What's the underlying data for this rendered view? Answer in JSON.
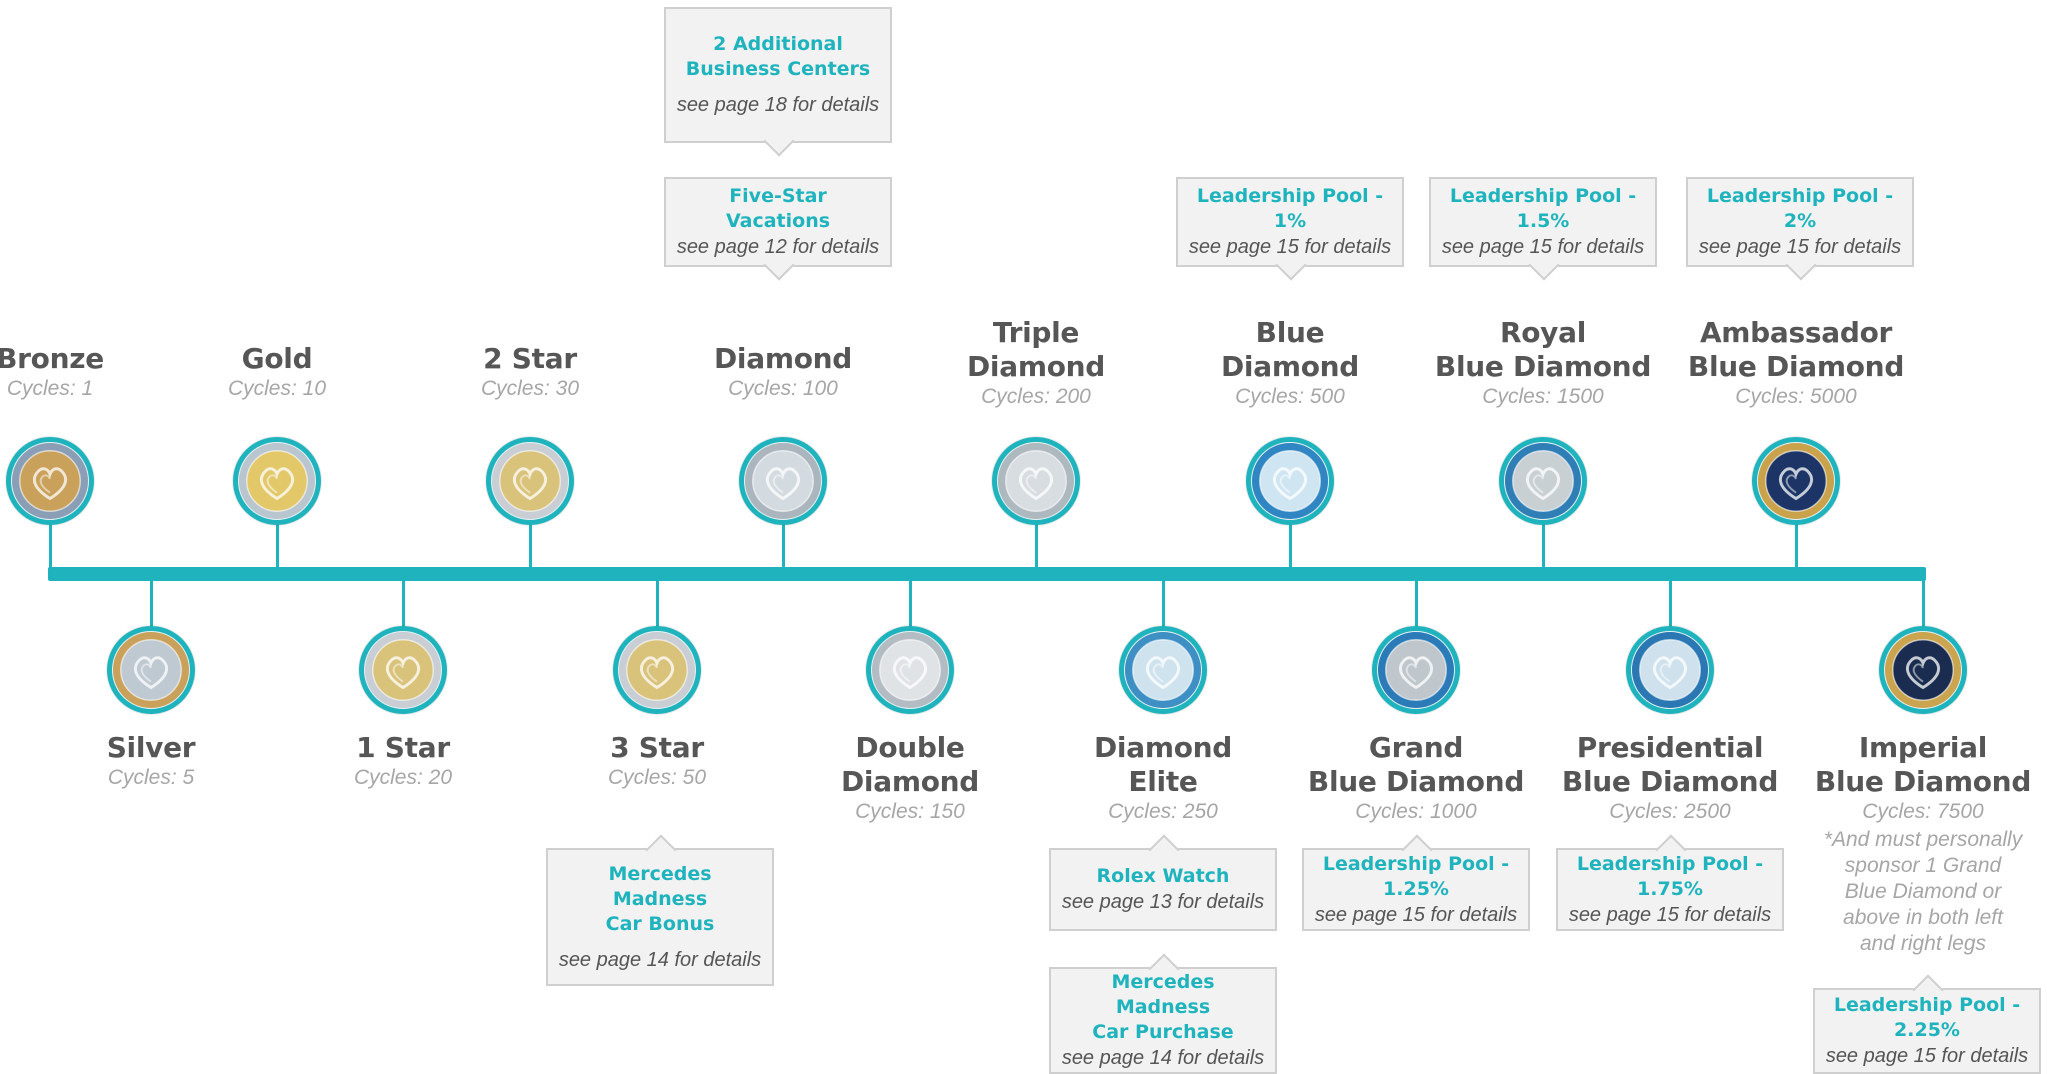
{
  "colors": {
    "accent": "#1fb4bd",
    "rank_text": "#565656",
    "cycles_text": "#a6a6a6",
    "callout_bg": "#f2f2f2"
  },
  "ranks": [
    {
      "name_lines": [
        "Bronze"
      ],
      "cycles": "Cycles: 1",
      "medal": "bronze-medal-icon",
      "side": "top"
    },
    {
      "name_lines": [
        "Silver"
      ],
      "cycles": "Cycles: 5",
      "medal": "silver-medal-icon",
      "side": "bottom"
    },
    {
      "name_lines": [
        "Gold"
      ],
      "cycles": "Cycles: 10",
      "medal": "gold-medal-icon",
      "side": "top"
    },
    {
      "name_lines": [
        "1 Star"
      ],
      "cycles": "Cycles: 20",
      "medal": "one-star-medal-icon",
      "side": "bottom"
    },
    {
      "name_lines": [
        "2 Star"
      ],
      "cycles": "Cycles: 30",
      "medal": "two-star-medal-icon",
      "side": "top"
    },
    {
      "name_lines": [
        "3 Star"
      ],
      "cycles": "Cycles: 50",
      "medal": "three-star-medal-icon",
      "side": "bottom"
    },
    {
      "name_lines": [
        "Diamond"
      ],
      "cycles": "Cycles: 100",
      "medal": "diamond-medal-icon",
      "side": "top"
    },
    {
      "name_lines": [
        "Double",
        "Diamond"
      ],
      "cycles": "Cycles: 150",
      "medal": "double-diamond-medal-icon",
      "side": "bottom"
    },
    {
      "name_lines": [
        "Triple",
        "Diamond"
      ],
      "cycles": "Cycles: 200",
      "medal": "triple-diamond-medal-icon",
      "side": "top"
    },
    {
      "name_lines": [
        "Diamond",
        "Elite"
      ],
      "cycles": "Cycles: 250",
      "medal": "diamond-elite-medal-icon",
      "side": "bottom"
    },
    {
      "name_lines": [
        "Blue",
        "Diamond"
      ],
      "cycles": "Cycles: 500",
      "medal": "blue-diamond-medal-icon",
      "side": "top"
    },
    {
      "name_lines": [
        "Grand",
        "Blue Diamond"
      ],
      "cycles": "Cycles: 1000",
      "medal": "grand-blue-diamond-medal-icon",
      "side": "bottom"
    },
    {
      "name_lines": [
        "Royal",
        "Blue Diamond"
      ],
      "cycles": "Cycles: 1500",
      "medal": "royal-blue-diamond-medal-icon",
      "side": "top"
    },
    {
      "name_lines": [
        "Presidential",
        "Blue Diamond"
      ],
      "cycles": "Cycles: 2500",
      "medal": "presidential-blue-diamond-medal-icon",
      "side": "bottom"
    },
    {
      "name_lines": [
        "Ambassador",
        "Blue Diamond"
      ],
      "cycles": "Cycles: 5000",
      "medal": "ambassador-blue-diamond-medal-icon",
      "side": "top"
    },
    {
      "name_lines": [
        "Imperial",
        "Blue Diamond"
      ],
      "cycles": "Cycles: 7500",
      "medal": "imperial-blue-diamond-medal-icon",
      "side": "bottom",
      "note": "*And must personally sponsor 1 Grand Blue Diamond or above in both left and right legs"
    }
  ],
  "callouts": [
    {
      "title_lines": [
        "2 Additional",
        "Business Centers"
      ],
      "detail": "see page 18 for details"
    },
    {
      "title_lines": [
        "Five-Star Vacations"
      ],
      "detail": "see page 12 for details"
    },
    {
      "title_lines": [
        "Leadership Pool - 1%"
      ],
      "detail": "see page 15 for details"
    },
    {
      "title_lines": [
        "Leadership Pool - 1.5%"
      ],
      "detail": "see page 15 for details"
    },
    {
      "title_lines": [
        "Leadership Pool - 2%"
      ],
      "detail": "see page 15 for details"
    },
    {
      "title_lines": [
        "Mercedes Madness",
        "Car Bonus"
      ],
      "detail": "see page 14 for details"
    },
    {
      "title_lines": [
        "Rolex Watch"
      ],
      "detail": "see page 13 for details"
    },
    {
      "title_lines": [
        "Mercedes Madness",
        "Car Purchase"
      ],
      "detail": "see page 14 for details"
    },
    {
      "title_lines": [
        "Leadership Pool - 1.25%"
      ],
      "detail": "see page 15 for details"
    },
    {
      "title_lines": [
        "Leadership Pool - 1.75%"
      ],
      "detail": "see page 15 for details"
    },
    {
      "title_lines": [
        "Leadership Pool - 2.25%"
      ],
      "detail": "see page 15 for details"
    }
  ]
}
